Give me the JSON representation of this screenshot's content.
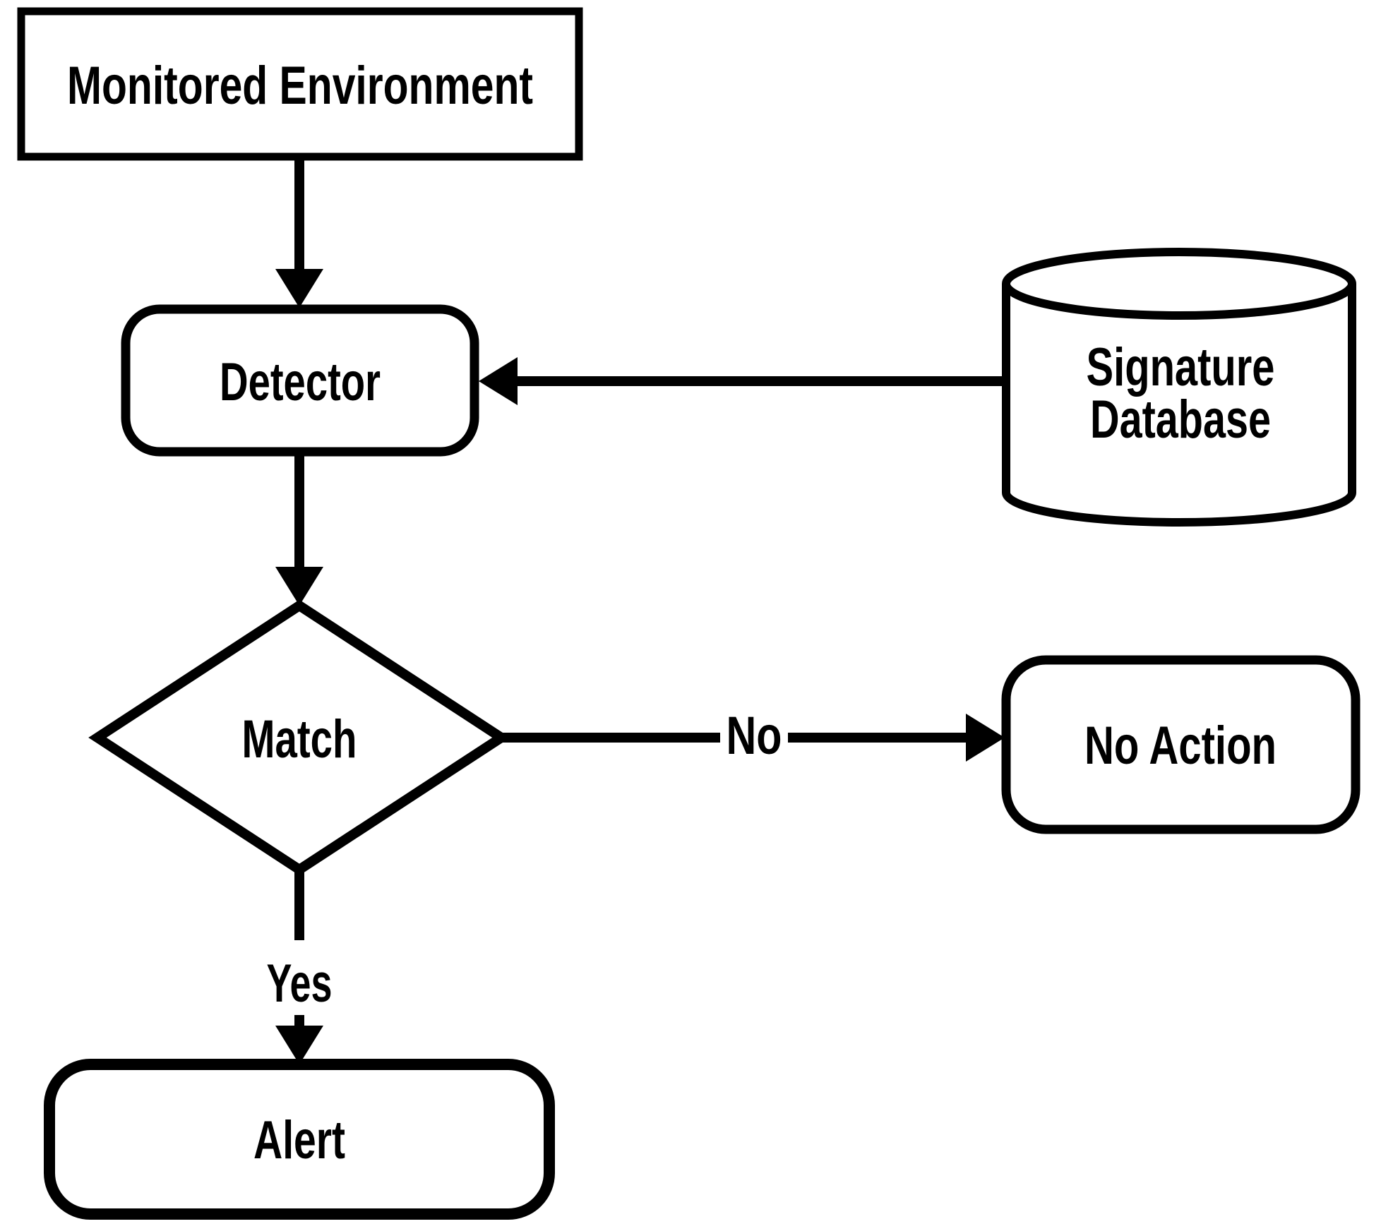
{
  "diagram": {
    "nodes": {
      "monitored_environment": {
        "label": "Monitored Environment"
      },
      "detector": {
        "label": "Detector",
        "fill": "#e1eed8"
      },
      "signature_database": {
        "label_line1": "Signature",
        "label_line2": "Database"
      },
      "match": {
        "label": "Match",
        "fill": "#f2f2f2"
      },
      "no_action": {
        "label": "No Action"
      },
      "alert": {
        "label": "Alert",
        "border_color": "#fe0000"
      }
    },
    "edge_labels": {
      "no": "No",
      "yes": "Yes"
    },
    "colors": {
      "stroke": "#000000",
      "background": "#ffffff",
      "detector_fill": "#e1eed8",
      "match_fill": "#f2f2f2",
      "alert_border": "#fe0000"
    }
  }
}
